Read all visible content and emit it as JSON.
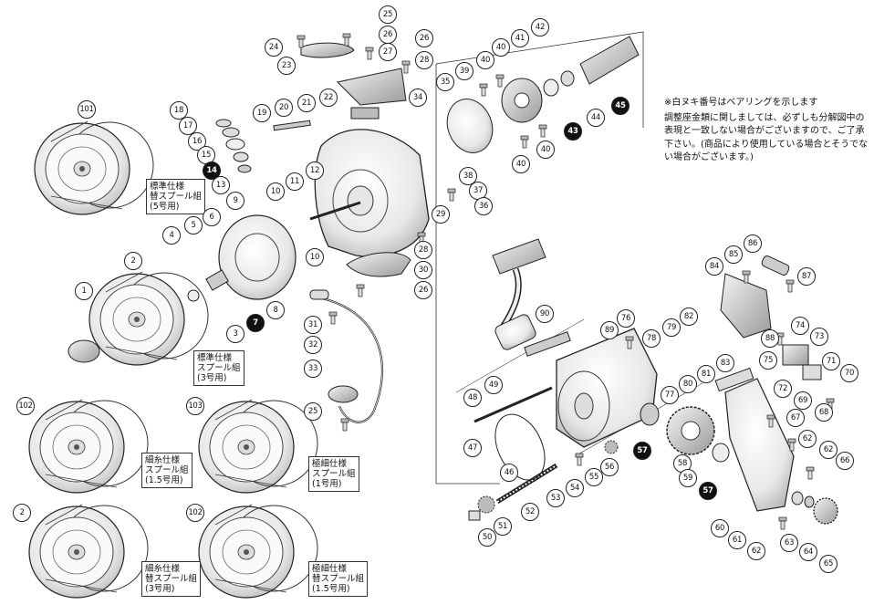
{
  "notes": {
    "bearing_note": "※白ヌキ番号はベアリングを示します",
    "disclaimer": "調整座金類に関しましては、必ずしも分解図中の表現と一致しない場合がございますので、ご了承下さい。(商品により使用している場合とそうでない場合がございます。)"
  },
  "spool_labels": [
    {
      "id": "spool-101",
      "lines": [
        "標準仕様",
        "替スプール組",
        "(5号用)"
      ]
    },
    {
      "id": "spool-2",
      "lines": [
        "標準仕様",
        "スプール組",
        "(3号用)"
      ]
    },
    {
      "id": "spool-102",
      "lines": [
        "細糸仕様",
        "スプール組",
        "(1.5号用)"
      ]
    },
    {
      "id": "spool-103",
      "lines": [
        "極細仕様",
        "スプール組",
        "(1号用)"
      ]
    },
    {
      "id": "spool-2b",
      "lines": [
        "細糸仕様",
        "替スプール組",
        "(3号用)"
      ]
    },
    {
      "id": "spool-102b",
      "lines": [
        "極細仕様",
        "替スプール組",
        "(1.5号用)"
      ]
    }
  ],
  "callouts": [
    {
      "n": "25",
      "bearing": false
    },
    {
      "n": "26",
      "bearing": false
    },
    {
      "n": "24",
      "bearing": false
    },
    {
      "n": "27",
      "bearing": false
    },
    {
      "n": "23",
      "bearing": false
    },
    {
      "n": "26",
      "bearing": false
    },
    {
      "n": "28",
      "bearing": false
    },
    {
      "n": "42",
      "bearing": false
    },
    {
      "n": "41",
      "bearing": false
    },
    {
      "n": "40",
      "bearing": false
    },
    {
      "n": "40",
      "bearing": false
    },
    {
      "n": "39",
      "bearing": false
    },
    {
      "n": "35",
      "bearing": false
    },
    {
      "n": "34",
      "bearing": false
    },
    {
      "n": "22",
      "bearing": false
    },
    {
      "n": "21",
      "bearing": false
    },
    {
      "n": "20",
      "bearing": false
    },
    {
      "n": "19",
      "bearing": false
    },
    {
      "n": "18",
      "bearing": false
    },
    {
      "n": "17",
      "bearing": false
    },
    {
      "n": "16",
      "bearing": false
    },
    {
      "n": "15",
      "bearing": false
    },
    {
      "n": "14",
      "bearing": true
    },
    {
      "n": "13",
      "bearing": false
    },
    {
      "n": "101",
      "bearing": false
    },
    {
      "n": "43",
      "bearing": true
    },
    {
      "n": "44",
      "bearing": false
    },
    {
      "n": "45",
      "bearing": true
    },
    {
      "n": "40",
      "bearing": false
    },
    {
      "n": "40",
      "bearing": false
    },
    {
      "n": "12",
      "bearing": false
    },
    {
      "n": "11",
      "bearing": false
    },
    {
      "n": "10",
      "bearing": false
    },
    {
      "n": "9",
      "bearing": false
    },
    {
      "n": "10",
      "bearing": false
    },
    {
      "n": "38",
      "bearing": false
    },
    {
      "n": "37",
      "bearing": false
    },
    {
      "n": "36",
      "bearing": false
    },
    {
      "n": "29",
      "bearing": false
    },
    {
      "n": "28",
      "bearing": false
    },
    {
      "n": "30",
      "bearing": false
    },
    {
      "n": "26",
      "bearing": false
    },
    {
      "n": "6",
      "bearing": false
    },
    {
      "n": "5",
      "bearing": false
    },
    {
      "n": "4",
      "bearing": false
    },
    {
      "n": "2",
      "bearing": false
    },
    {
      "n": "1",
      "bearing": false
    },
    {
      "n": "3",
      "bearing": false
    },
    {
      "n": "7",
      "bearing": true
    },
    {
      "n": "8",
      "bearing": false
    },
    {
      "n": "31",
      "bearing": false
    },
    {
      "n": "32",
      "bearing": false
    },
    {
      "n": "33",
      "bearing": false
    },
    {
      "n": "25",
      "bearing": false
    },
    {
      "n": "102",
      "bearing": false
    },
    {
      "n": "103",
      "bearing": false
    },
    {
      "n": "2",
      "bearing": false
    },
    {
      "n": "102",
      "bearing": false
    },
    {
      "n": "86",
      "bearing": false
    },
    {
      "n": "85",
      "bearing": false
    },
    {
      "n": "84",
      "bearing": false
    },
    {
      "n": "87",
      "bearing": false
    },
    {
      "n": "90",
      "bearing": false
    },
    {
      "n": "89",
      "bearing": false
    },
    {
      "n": "76",
      "bearing": false
    },
    {
      "n": "82",
      "bearing": false
    },
    {
      "n": "79",
      "bearing": false
    },
    {
      "n": "78",
      "bearing": false
    },
    {
      "n": "83",
      "bearing": false
    },
    {
      "n": "81",
      "bearing": false
    },
    {
      "n": "80",
      "bearing": false
    },
    {
      "n": "88",
      "bearing": false
    },
    {
      "n": "74",
      "bearing": false
    },
    {
      "n": "73",
      "bearing": false
    },
    {
      "n": "75",
      "bearing": false
    },
    {
      "n": "71",
      "bearing": false
    },
    {
      "n": "70",
      "bearing": false
    },
    {
      "n": "72",
      "bearing": false
    },
    {
      "n": "69",
      "bearing": false
    },
    {
      "n": "68",
      "bearing": false
    },
    {
      "n": "49",
      "bearing": false
    },
    {
      "n": "48",
      "bearing": false
    },
    {
      "n": "47",
      "bearing": false
    },
    {
      "n": "77",
      "bearing": false
    },
    {
      "n": "67",
      "bearing": false
    },
    {
      "n": "62",
      "bearing": false
    },
    {
      "n": "62",
      "bearing": false
    },
    {
      "n": "66",
      "bearing": false
    },
    {
      "n": "57",
      "bearing": true
    },
    {
      "n": "58",
      "bearing": false
    },
    {
      "n": "59",
      "bearing": false
    },
    {
      "n": "57",
      "bearing": true
    },
    {
      "n": "46",
      "bearing": false
    },
    {
      "n": "56",
      "bearing": false
    },
    {
      "n": "55",
      "bearing": false
    },
    {
      "n": "54",
      "bearing": false
    },
    {
      "n": "53",
      "bearing": false
    },
    {
      "n": "52",
      "bearing": false
    },
    {
      "n": "51",
      "bearing": false
    },
    {
      "n": "50",
      "bearing": false
    },
    {
      "n": "60",
      "bearing": false
    },
    {
      "n": "61",
      "bearing": false
    },
    {
      "n": "62",
      "bearing": false
    },
    {
      "n": "63",
      "bearing": false
    },
    {
      "n": "64",
      "bearing": false
    },
    {
      "n": "65",
      "bearing": false
    }
  ]
}
